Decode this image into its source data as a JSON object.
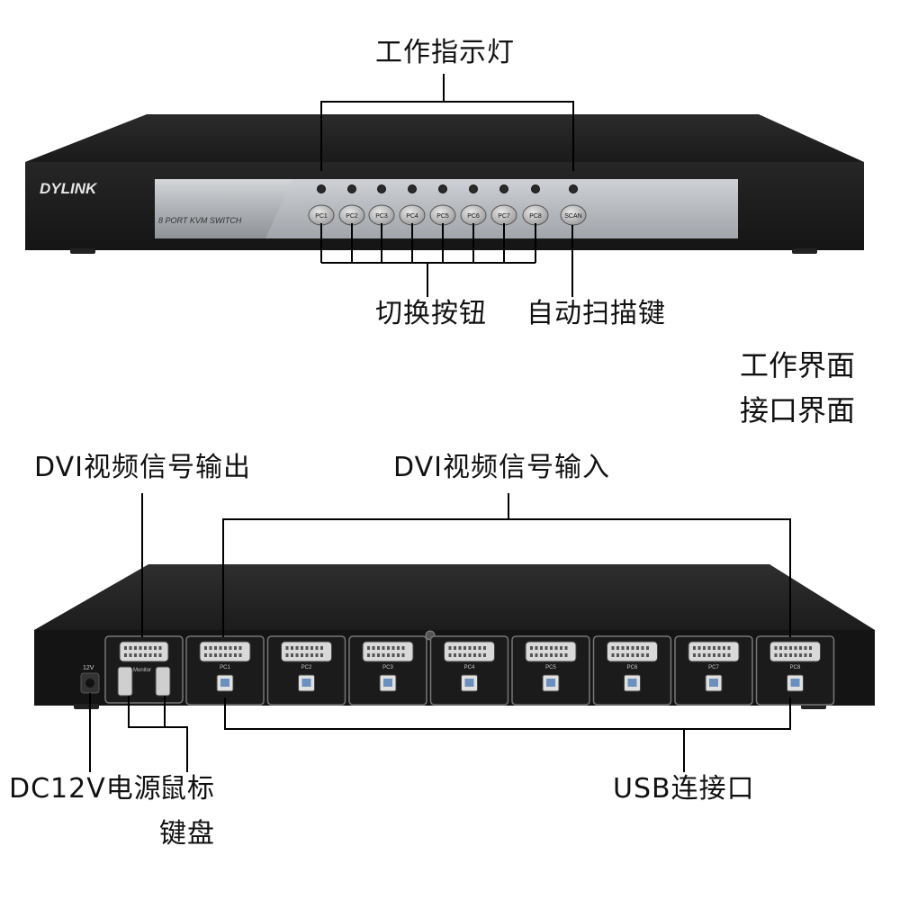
{
  "front": {
    "brand": "DYLINK",
    "model": "8 PORT KVM SWITCH",
    "buttons": [
      "PC1",
      "PC2",
      "PC3",
      "PC4",
      "PC5",
      "PC6",
      "PC7",
      "PC8"
    ],
    "scan_button": "SCAN"
  },
  "rear": {
    "power_label": "12V",
    "monitor_label": "Monitor",
    "ports": [
      "PC1",
      "PC2",
      "PC3",
      "PC4",
      "PC5",
      "PC6",
      "PC7",
      "PC8"
    ]
  },
  "callouts": {
    "indicator": "工作指示灯",
    "switch_buttons": "切换按钮",
    "auto_scan": "自动扫描键",
    "dvi_out": "DVI视频信号输出",
    "dvi_in": "DVI视频信号输入",
    "power": "DC12V电源",
    "mouse": "鼠标",
    "keyboard": "键盘",
    "usb": "USB连接口"
  },
  "sections": {
    "working": "工作界面",
    "interface": "接口界面"
  },
  "colors": {
    "chassis": "#1f1f1f",
    "panel": "#b9bcc0",
    "line": "#000000"
  }
}
